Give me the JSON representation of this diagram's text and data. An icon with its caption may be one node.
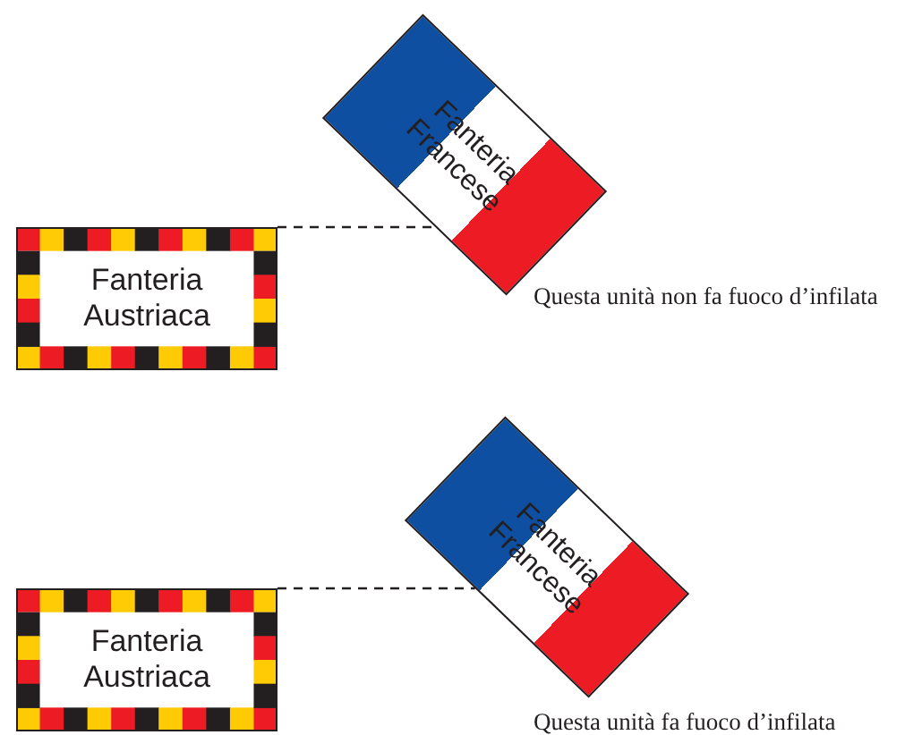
{
  "diagram": {
    "nodes": [
      {
        "text": [
          "Fanteria Austriaca"
        ]
      },
      {
        "text": [
          "Fanteria Francese"
        ],
        "beside": [
          "Questa unità non fa fuoco d’infilata"
        ]
      },
      {
        "text": [
          "Fanteria Austriaca"
        ]
      },
      {
        "text": [
          "Fanteria Francese"
        ],
        "beside": [
          "Questa unità fa fuoco d’infilata"
        ]
      }
    ],
    "edges": [
      {
        "from": 0,
        "to": 1,
        "arrow": "none",
        "style": "dashed"
      },
      {
        "from": 2,
        "to": 3,
        "arrow": "none",
        "style": "dashed"
      }
    ]
  }
}
